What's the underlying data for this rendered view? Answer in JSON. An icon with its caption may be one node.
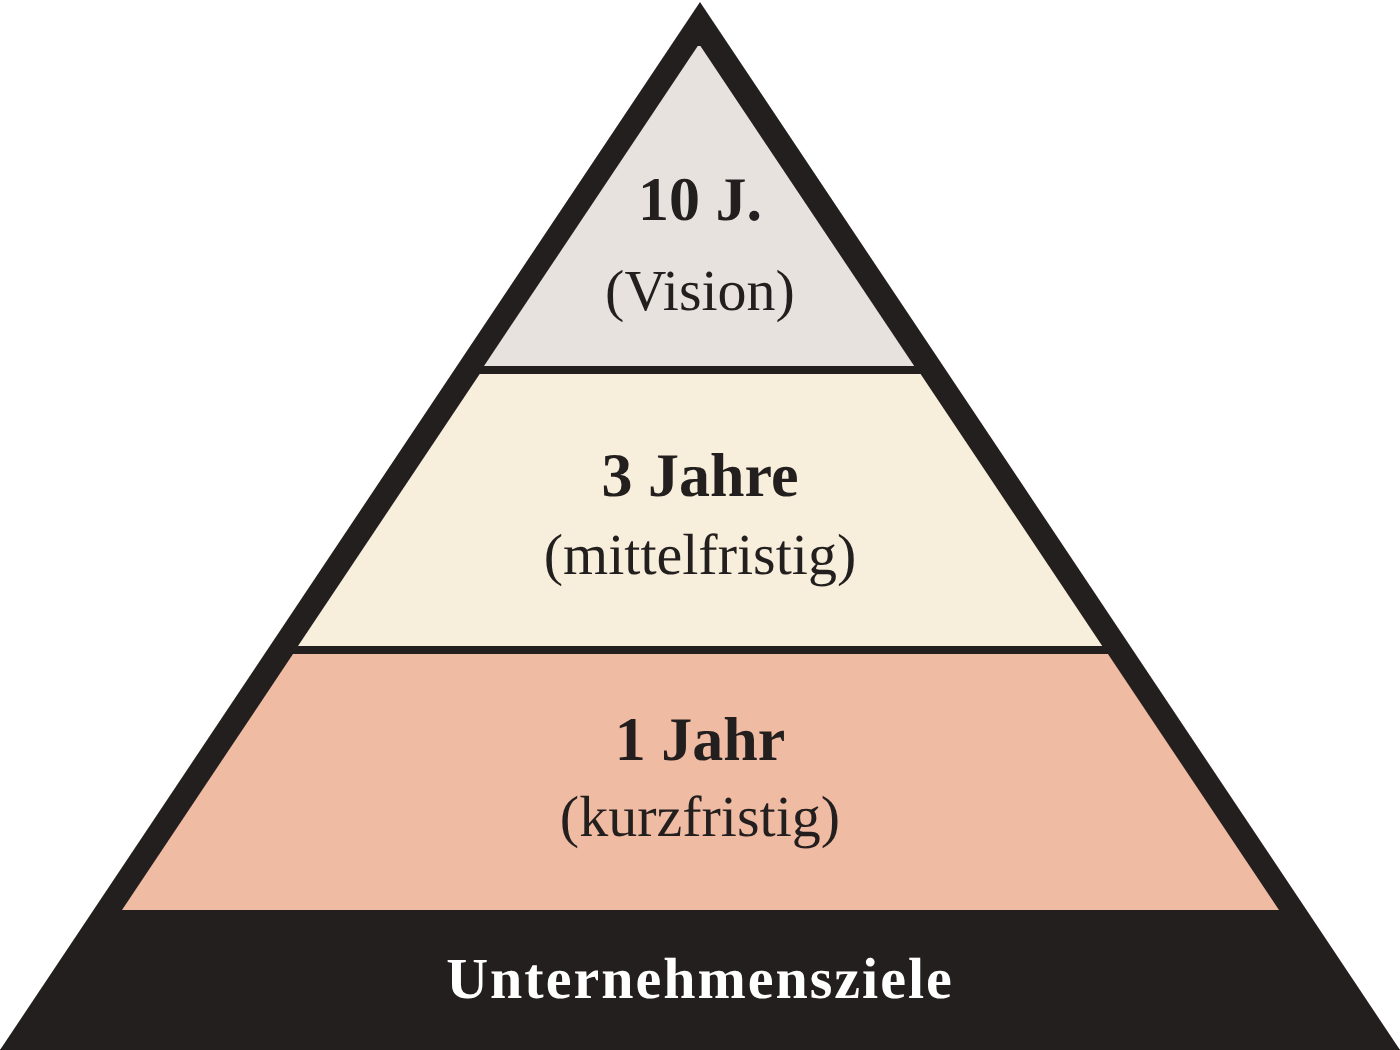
{
  "diagram": {
    "nodes": [
      {
        "text": [
          "10 J.",
          "(Vision)"
        ]
      },
      {
        "text": [
          "3 Jahre",
          "(mittelfristig)"
        ]
      },
      {
        "text": [
          "1 Jahr",
          "(kurzfristig)"
        ]
      },
      {
        "text": [
          "Unternehmensziele"
        ]
      }
    ]
  }
}
